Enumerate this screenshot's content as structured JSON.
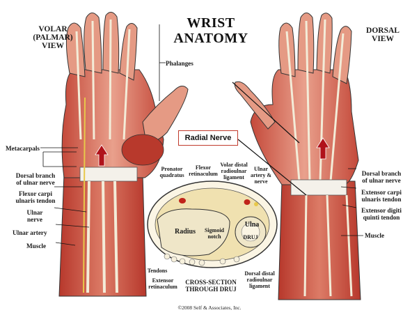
{
  "title_line1": "WRIST",
  "title_line2": "ANATOMY",
  "left_view": {
    "line1": "VOLAR",
    "line2": "(PALMAR)",
    "line3": "VIEW"
  },
  "right_view": {
    "line1": "DORSAL",
    "line2": "VIEW"
  },
  "callout": "Radial Nerve",
  "labels": {
    "phalanges": "Phalanges",
    "metacarpals": "Metacarpals",
    "dorsal_branch_left_1": "Dorsal branch",
    "dorsal_branch_left_2": "of ulnar nerve",
    "flexor_carpi_1": "Flexor carpi",
    "flexor_carpi_2": "ulnaris tendon",
    "ulnar_nerve_1": "Ulnar",
    "ulnar_nerve_2": "nerve",
    "ulnar_artery": "Ulnar artery",
    "muscle_left": "Muscle",
    "pronator_1": "Pronator",
    "pronator_2": "quadratus",
    "flexor_ret_1": "Flexor",
    "flexor_ret_2": "retinaculum",
    "volar_distal_1": "Volar distal",
    "volar_distal_2": "radioulnar",
    "volar_distal_3": "ligament",
    "ulnar_aa_1": "Ulnar",
    "ulnar_aa_2": "artery &",
    "ulnar_aa_3": "nerve",
    "radius": "Radius",
    "sigmoid_1": "Sigmoid",
    "sigmoid_2": "notch",
    "ulna": "Ulna",
    "druj": "DRUJ",
    "tendons": "Tendons",
    "extensor_ret_1": "Extensor",
    "extensor_ret_2": "retinaculum",
    "cross_section_1": "CROSS-SECTION",
    "cross_section_2": "THROUGH DRUJ",
    "dorsal_distal_1": "Dorsal distal",
    "dorsal_distal_2": "radioulnar",
    "dorsal_distal_3": "ligament",
    "dorsal_branch_right_1": "Dorsal branch",
    "dorsal_branch_right_2": "of ulnar nerve",
    "ext_carpi_1": "Extensor carpi",
    "ext_carpi_2": "ulnaris tendon",
    "ext_digiti_1": "Extensor digiti",
    "ext_digiti_2": "quinti tendon",
    "muscle_right": "Muscle"
  },
  "copyright": "©2008 Self & Associates, Inc.",
  "colors": {
    "muscle": "#c8483a",
    "muscle_light": "#e0826f",
    "tendon": "#f3ecd8",
    "nerve": "#e8c84a",
    "bone": "#efe6c8",
    "outline": "#222222",
    "callout_border": "#c0392b",
    "arrow": "#b0121a"
  }
}
